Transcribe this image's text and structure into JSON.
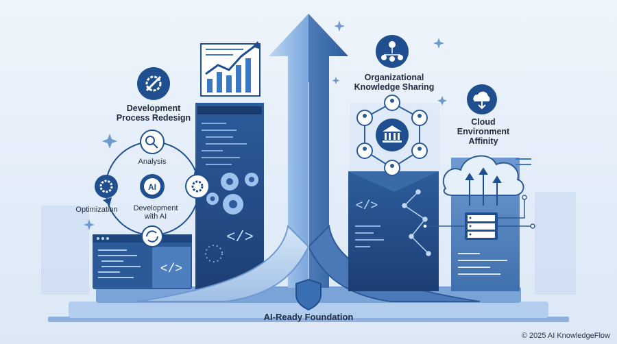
{
  "labels": {
    "dev_process": "Development\nProcess Redesign",
    "org_knowledge": "Organizational\nKnowledge Sharing",
    "cloud_env": "Cloud\nEnvironment\nAffinity",
    "foundation": "AI-Ready Foundation",
    "analysis": "Analysis",
    "optimization": "Optimization",
    "development_ai": "Development\nwith AI",
    "ai_chip": "AI"
  },
  "code_symbol": "</>",
  "copyright": "© 2025 AI KnowledgeFlow",
  "icons": [
    "gear-wrench-icon",
    "magnifier-chart-icon",
    "refresh-icon",
    "gear-icon",
    "ai-gear-icon",
    "org-chart-icon",
    "cloud-download-icon",
    "bank-icon",
    "person-icon",
    "shield-icon",
    "server-icon",
    "trend-chart-icon"
  ],
  "colors": {
    "primary": "#1f4f8f",
    "accent": "#3b78c2",
    "light": "#a9c8ec",
    "background": "#e6eef9"
  }
}
